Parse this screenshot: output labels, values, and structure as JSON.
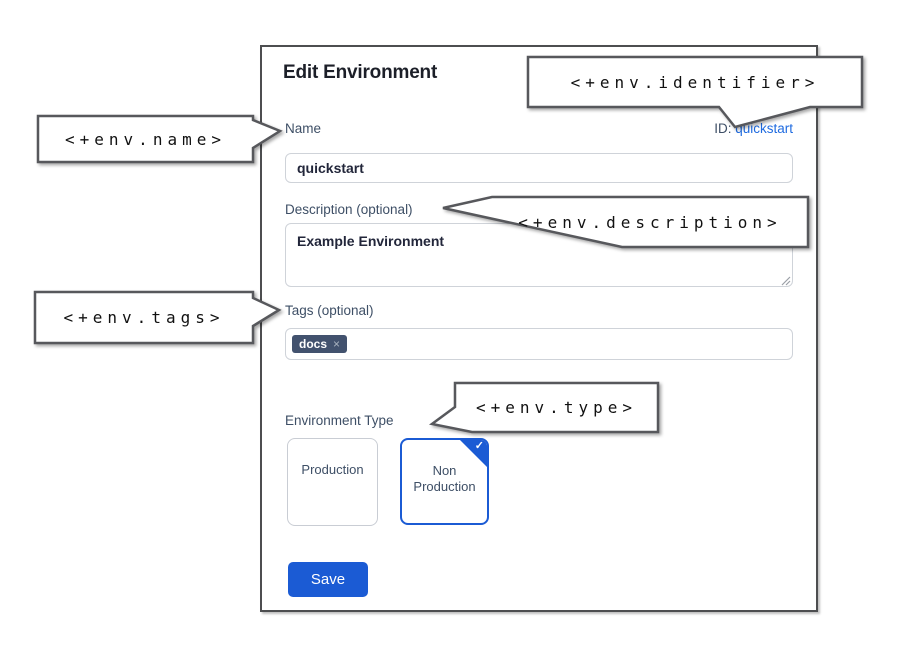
{
  "dialog": {
    "title": "Edit Environment",
    "name_field": {
      "label": "Name",
      "value": "quickstart"
    },
    "id_display": {
      "prefix": "ID:",
      "value": "quickstart"
    },
    "description_field": {
      "label": "Description (optional)",
      "value": "Example Environment"
    },
    "tags_field": {
      "label": "Tags (optional)",
      "tags": [
        {
          "text": "docs",
          "remove": "×"
        }
      ]
    },
    "environment_type": {
      "label": "Environment Type",
      "options": [
        {
          "label": "Production",
          "selected": false
        },
        {
          "label": "Non Production",
          "selected": true
        }
      ],
      "check": "✓"
    },
    "save_label": "Save"
  },
  "callouts": {
    "identifier": "<+env.identifier>",
    "name": "<+env.name>",
    "description": "<+env.description>",
    "tags": "<+env.tags>",
    "type": "<+env.type>"
  },
  "colors": {
    "accent_blue": "#1b5bd4",
    "link_blue": "#1f6be0",
    "label_slate": "#3e4f66",
    "tag_bg": "#42526e",
    "bubble_stroke": "#57585c"
  }
}
